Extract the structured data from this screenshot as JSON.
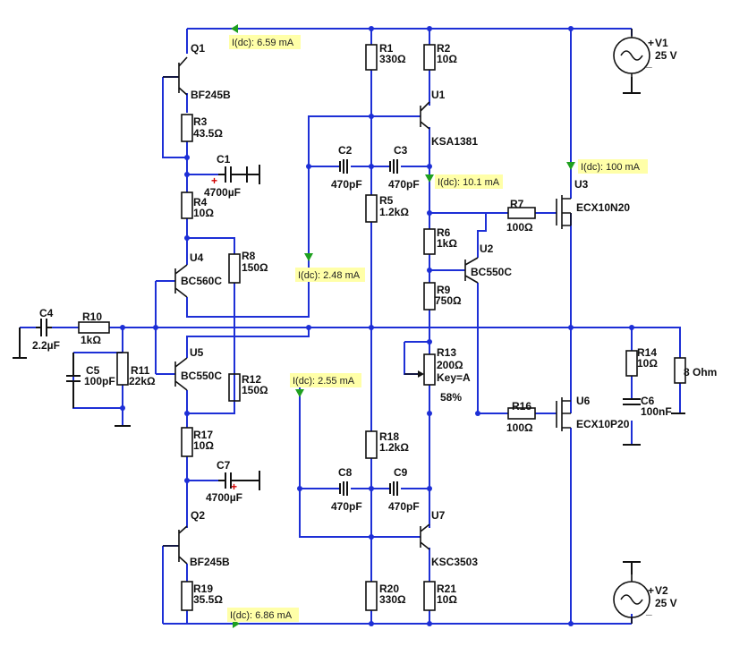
{
  "labels": {
    "Q1": "Q1",
    "Q1_type": "BF245B",
    "Q2": "Q2",
    "Q2_type": "BF245B",
    "R1": "R1",
    "R1_val": "330Ω",
    "R2": "R2",
    "R2_val": "10Ω",
    "R3": "R3",
    "R3_val": "43.5Ω",
    "R4": "R4",
    "R4_val": "10Ω",
    "R5": "R5",
    "R5_val": "1.2kΩ",
    "R6": "R6",
    "R6_val": "1kΩ",
    "R7": "R7",
    "R7_val": "100Ω",
    "R8": "R8",
    "R8_val": "150Ω",
    "R9": "R9",
    "R9_val": "750Ω",
    "R10": "R10",
    "R10_val": "1kΩ",
    "R11": "R11",
    "R11_val": "22kΩ",
    "R12": "R12",
    "R12_val": "150Ω",
    "R13": "R13",
    "R13_val": "200Ω",
    "R13_key": "Key=A",
    "R13_pct": "58%",
    "R14": "R14",
    "R14_val": "10Ω",
    "R16": "R16",
    "R16_val": "100Ω",
    "R17": "R17",
    "R17_val": "10Ω",
    "R18": "R18",
    "R18_val": "1.2kΩ",
    "R19": "R19",
    "R19_val": "35.5Ω",
    "R20": "R20",
    "R20_val": "330Ω",
    "R21": "R21",
    "R21_val": "10Ω",
    "C1": "C1",
    "C1_val": "4700µF",
    "C2": "C2",
    "C2_val": "470pF",
    "C3": "C3",
    "C3_val": "470pF",
    "C4": "C4",
    "C4_val": "2.2µF",
    "C5": "C5",
    "C5_val": "100pF",
    "C6": "C6",
    "C6_val": "100nF",
    "C7": "C7",
    "C7_val": "4700µF",
    "C8": "C8",
    "C8_val": "470pF",
    "C9": "C9",
    "C9_val": "470pF",
    "U1": "U1",
    "U1_type": "KSA1381",
    "U2": "U2",
    "U2_type": "BC550C",
    "U3": "U3",
    "U3_type": "ECX10N20",
    "U4": "U4",
    "U4_type": "BC560C",
    "U5": "U5",
    "U5_type": "BC550C",
    "U6": "U6",
    "U6_type": "ECX10P20",
    "U7": "U7",
    "U7_type": "KSC3503",
    "V1": "V1",
    "V1_val": "25 V",
    "V2": "V2",
    "V2_val": "25 V",
    "load": "8 Ohm",
    "plus": "+",
    "minus": "_"
  },
  "probes": {
    "top": "I(dc): 6.59 mA",
    "u1": "I(dc): 10.1 mA",
    "u3": "I(dc): 100 mA",
    "upper_mid": "I(dc): 2.48 mA",
    "lower_mid": "I(dc): 2.55 mA",
    "bottom": "I(dc): 6.86 mA"
  },
  "colors": {
    "wire": "#1d2fd6",
    "component": "#111111",
    "probe_bg": "#ffffa8",
    "probe_arrow": "#1fa01f",
    "polarity": "#d00000"
  }
}
